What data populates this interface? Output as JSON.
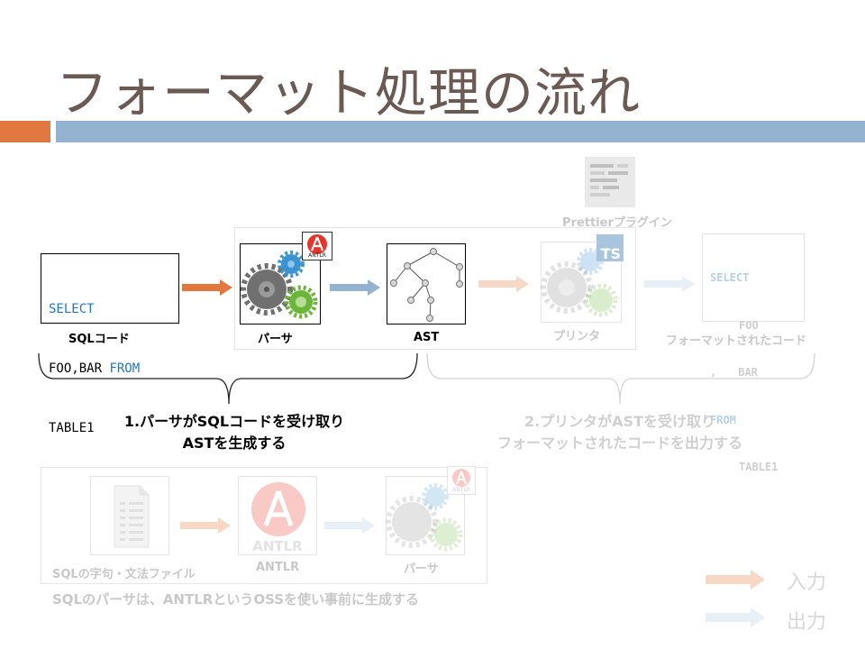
{
  "slide": {
    "title": "フォーマット処理の流れ"
  },
  "sql_code": {
    "line1_kw": "SELECT",
    "line2_text": "FOO,BAR ",
    "line2_kw": "FROM",
    "line3_text": "TABLE1",
    "label": "SQLコード"
  },
  "parser": {
    "label": "パーサ",
    "logo_text": "ANTLR"
  },
  "ast": {
    "label": "AST"
  },
  "plugin": {
    "label": "Prettierプラグイン",
    "ts_badge": "TS"
  },
  "printer": {
    "label": "プリンタ"
  },
  "formatted": {
    "l1": "SELECT",
    "l2": "FOO",
    "l3_comma": ",",
    "l3": "BAR",
    "l4": "FROM",
    "l5": "TABLE1",
    "label": "フォーマットされたコード"
  },
  "steps": {
    "step1_line1": "1.パーサがSQLコードを受け取り",
    "step1_line2": "ASTを生成する",
    "step2_line1": "2.プリンタがASTを受け取り",
    "step2_line2": "フォーマットされたコードを出力する"
  },
  "generation": {
    "grammar_label": "SQLの字句・文法ファイル",
    "antlr_label": "ANTLR",
    "antlr_logo_text": "ANTLR",
    "parser_label": "パーサ",
    "parser_logo_text": "ANTLR",
    "caption": "SQLのパーサは、ANTLRというOSSを使い事前に生成する"
  },
  "legend": {
    "input_label": "入力",
    "output_label": "出力"
  },
  "colors": {
    "title": "#6b5a53",
    "orange": "#e1783f",
    "blue": "#94b3d0",
    "keyword": "#1f77c9",
    "antlr_red": "#e8352b"
  }
}
